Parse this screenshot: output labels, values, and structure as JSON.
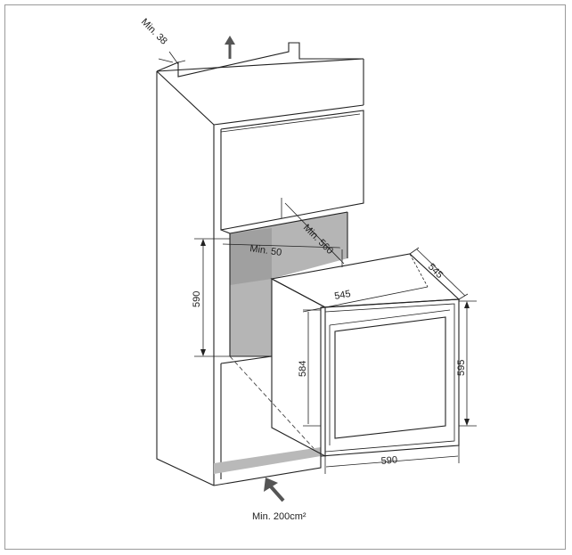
{
  "labels": {
    "min_38": "Min. 38",
    "min_50": "Min. 50",
    "min_560": "Min. 560",
    "dim_590_left": "590",
    "dim_545_top": "545",
    "dim_545_depth": "545",
    "dim_584": "584",
    "dim_595": "595",
    "dim_590_bottom": "590",
    "min_200": "Min. 200cm²"
  },
  "colors": {
    "niche_fill": "#b5b5b5",
    "niche_dark": "#8e8e8e",
    "glass_light": "#e8e8e8",
    "glass_dark": "#9e9e9e",
    "vent_fill": "#b9b9b9",
    "frame_border": "#9a9a9a"
  }
}
